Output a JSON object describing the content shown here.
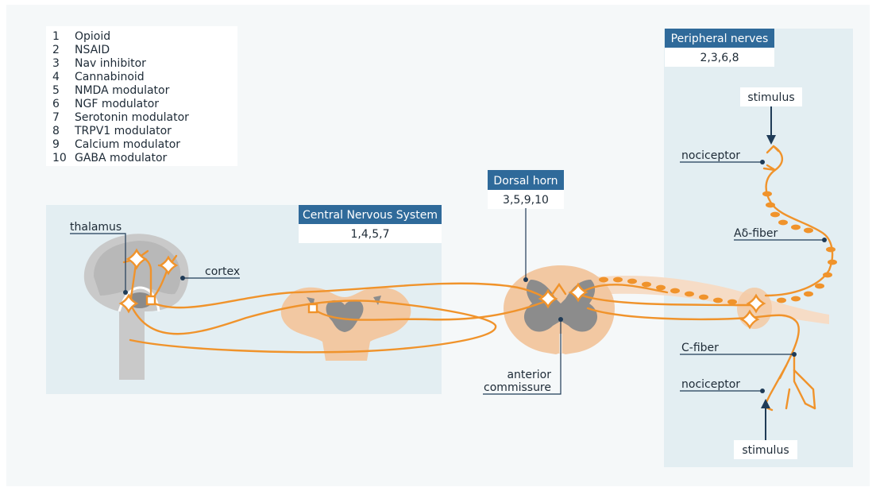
{
  "legend": {
    "items": [
      {
        "num": "1",
        "label": "Opioid"
      },
      {
        "num": "2",
        "label": "NSAID"
      },
      {
        "num": "3",
        "label": "Nav inhibitor"
      },
      {
        "num": "4",
        "label": "Cannabinoid"
      },
      {
        "num": "5",
        "label": "NMDA modulator"
      },
      {
        "num": "6",
        "label": "NGF modulator"
      },
      {
        "num": "7",
        "label": "Serotonin modulator"
      },
      {
        "num": "8",
        "label": "TRPV1 modulator"
      },
      {
        "num": "9",
        "label": "Calcium modulator"
      },
      {
        "num": "10",
        "label": "GABA modulator"
      }
    ]
  },
  "regions": {
    "cns": {
      "title": "Central Nervous System",
      "targets": "1,4,5,7"
    },
    "dorsal_horn": {
      "title": "Dorsal horn",
      "targets": "3,5,9,10"
    },
    "peripheral": {
      "title": "Peripheral nerves",
      "targets": "2,3,6,8"
    }
  },
  "labels": {
    "thalamus": "thalamus",
    "cortex": "cortex",
    "anterior_commissure_1": "anterior",
    "anterior_commissure_2": "commissure",
    "nociceptor_top": "nociceptor",
    "nociceptor_bottom": "nociceptor",
    "a_delta_fiber": "Aδ-fiber",
    "c_fiber": "C-fiber",
    "stimulus_top": "stimulus",
    "stimulus_bottom": "stimulus"
  },
  "colors": {
    "panel": "#e6f0f3",
    "header": "#2f6a9a",
    "nerve": "#f0932b",
    "tissue": "#f3c9a3",
    "grey_matter": "#8c8c8c",
    "brain": "#c9c9c9",
    "dark_line": "#1f3b57"
  }
}
